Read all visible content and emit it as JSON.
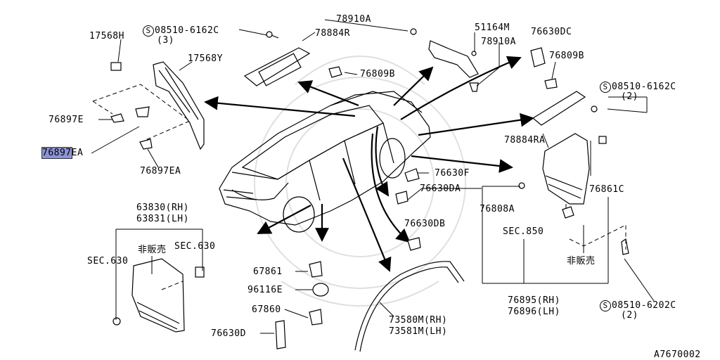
{
  "diagram": {
    "code": "A7670002",
    "parts": {
      "p17568H": "17568H",
      "p17568Y": "17568Y",
      "s08510_6162C_a": "08510-6162C",
      "s08510_6162C_a_qty": "(3)",
      "p78884R": "78884R",
      "p78910A_1": "78910A",
      "p51164M": "51164M",
      "p78910A_2": "78910A",
      "p76630DC": "76630DC",
      "p76809B_1": "76809B",
      "p76809B_2": "76809B",
      "s08510_6162C_b": "08510-6162C",
      "s08510_6162C_b_qty": "(2)",
      "p76897E": "76897E",
      "p76897EA_hl": "76897",
      "p76897EA_tail": "EA",
      "p76897EA_2": "76897EA",
      "p78884RA": "78884RA",
      "p76630F": "76630F",
      "p76630DA": "76630DA",
      "p76861C": "76861C",
      "p76808A": "76808A",
      "sec850": "SEC.850",
      "p76630DB": "76630DB",
      "p63830": "63830(RH)",
      "p63831": "63831(LH)",
      "hihanbai_1": "非販売",
      "sec630_r": "SEC.630",
      "sec630_l": "SEC.630",
      "hihanbai_2": "非販売",
      "p67861": "67861",
      "p96116E": "96116E",
      "p67860": "67860",
      "p76630D": "76630D",
      "p73580M": "73580M(RH)",
      "p73581M": "73581M(LH)",
      "p76895": "76895(RH)",
      "p76896": "76896(LH)",
      "s08510_6202C": "08510-6202C",
      "s08510_6202C_qty": "(2)",
      "s_mark": "S"
    }
  }
}
